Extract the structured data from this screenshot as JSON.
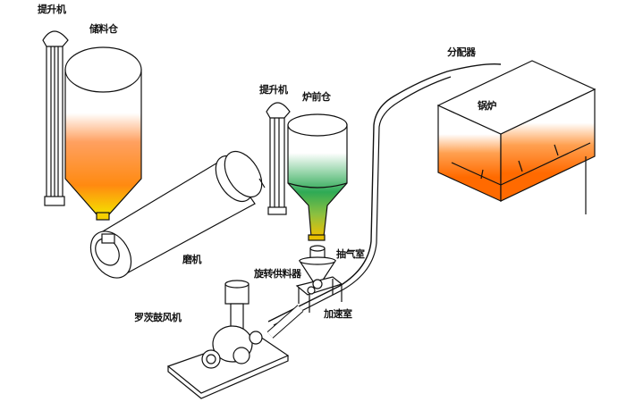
{
  "labels": {
    "elevator_1": "提升机",
    "storage_silo": "储料仓",
    "elevator_2": "提升机",
    "furnace_bin": "炉前仓",
    "distributor": "分配器",
    "boiler": "锅炉",
    "mill": "磨机",
    "suction_chamber": "抽气室",
    "rotary_feeder": "旋转供料器",
    "roots_blower": "罗茨鼓风机",
    "acceleration_chamber": "加速室"
  },
  "colors": {
    "silo_fill": "#ff9a1a",
    "silo_bottom": "#f5d000",
    "bin_fill": "#2eaa55",
    "bin_bottom": "#e8c000",
    "boiler_fill": "#ff6a00",
    "line": "#111111"
  }
}
